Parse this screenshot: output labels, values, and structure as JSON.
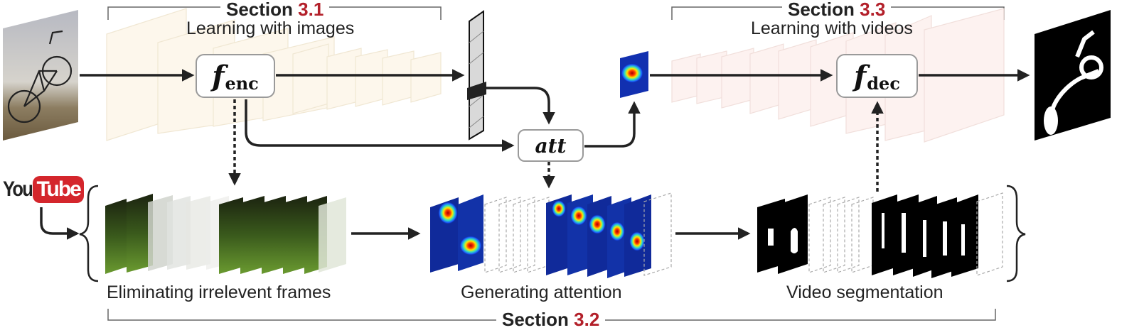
{
  "sections": {
    "s31": {
      "label": "Section ",
      "num": "3.1",
      "caption": "Learning with images"
    },
    "s33": {
      "label": "Section ",
      "num": "3.3",
      "caption": "Learning with videos"
    },
    "s32": {
      "label": "Section ",
      "num": "3.2"
    }
  },
  "modules": {
    "enc": {
      "main": "f",
      "sub": "enc"
    },
    "dec": {
      "main": "f",
      "sub": "dec"
    },
    "att": {
      "main": "att"
    }
  },
  "stages": {
    "eliminate": "Eliminating irrelevent frames",
    "attention": "Generating attention",
    "segmentation": "Video segmentation"
  },
  "logo": {
    "you": "You",
    "tube": "Tube"
  },
  "colors": {
    "section_number": "#b3202a",
    "arrow": "#222222",
    "box_border": "#9a9a9a",
    "logo_red": "#d4262c"
  }
}
